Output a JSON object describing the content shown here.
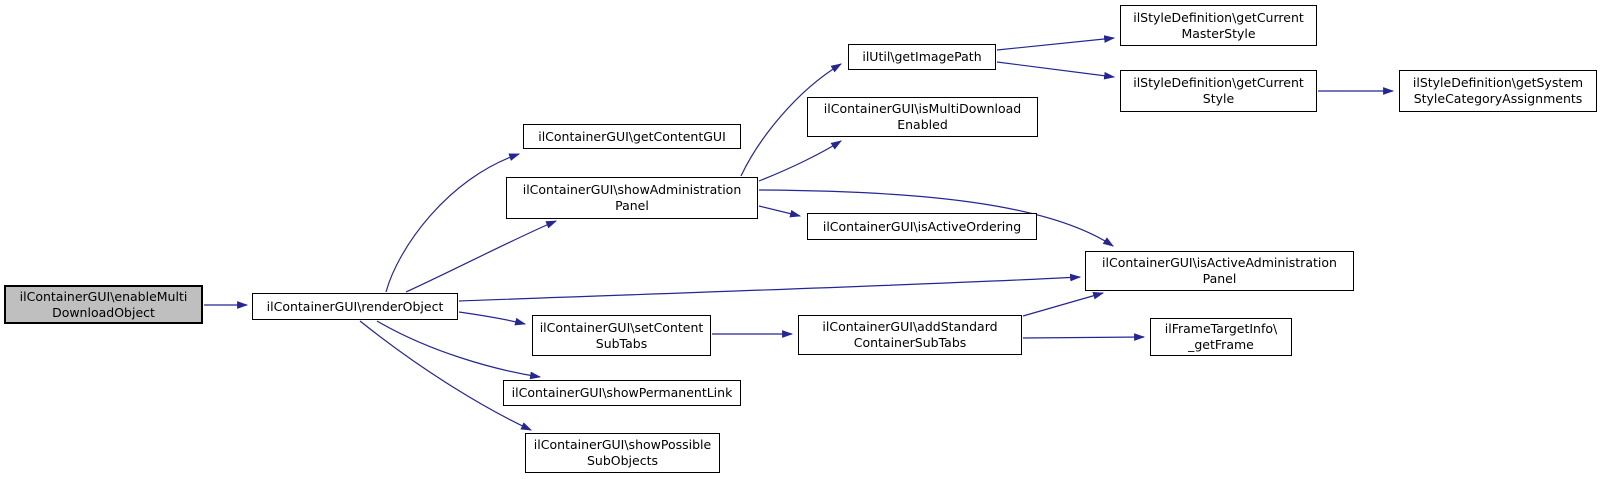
{
  "diagram": {
    "type": "call-graph",
    "colors": {
      "edge": "#252595",
      "node_border": "#000000",
      "node_fill": "#ffffff",
      "focus_node_fill": "#bfbfbf",
      "text": "#000000",
      "background": "#ffffff"
    },
    "nodes": {
      "enableMultiDownloadObject": {
        "lines": [
          "ilContainerGUI\\enableMulti",
          "DownloadObject"
        ],
        "focus": true
      },
      "renderObject": {
        "lines": [
          "ilContainerGUI\\renderObject"
        ]
      },
      "getContentGUI": {
        "lines": [
          "ilContainerGUI\\getContentGUI"
        ]
      },
      "showAdministrationPanel": {
        "lines": [
          "ilContainerGUI\\showAdministration",
          "Panel"
        ]
      },
      "getImagePath": {
        "lines": [
          "ilUtil\\getImagePath"
        ]
      },
      "isMultiDownloadEnabled": {
        "lines": [
          "ilContainerGUI\\isMultiDownload",
          "Enabled"
        ]
      },
      "getCurrentMasterStyle": {
        "lines": [
          "ilStyleDefinition\\getCurrent",
          "MasterStyle"
        ]
      },
      "getCurrentStyle": {
        "lines": [
          "ilStyleDefinition\\getCurrent",
          "Style"
        ]
      },
      "getSystemStyleCategoryAssignments": {
        "lines": [
          "ilStyleDefinition\\getSystem",
          "StyleCategoryAssignments"
        ]
      },
      "isActiveOrdering": {
        "lines": [
          "ilContainerGUI\\isActiveOrdering"
        ]
      },
      "isActiveAdministrationPanel": {
        "lines": [
          "ilContainerGUI\\isActiveAdministration",
          "Panel"
        ]
      },
      "setContentSubTabs": {
        "lines": [
          "ilContainerGUI\\setContent",
          "SubTabs"
        ]
      },
      "addStandardContainerSubTabs": {
        "lines": [
          "ilContainerGUI\\addStandard",
          "ContainerSubTabs"
        ]
      },
      "getFrame": {
        "lines": [
          "ilFrameTargetInfo\\",
          "_getFrame"
        ]
      },
      "showPermanentLink": {
        "lines": [
          "ilContainerGUI\\showPermanentLink"
        ]
      },
      "showPossibleSubObjects": {
        "lines": [
          "ilContainerGUI\\showPossible",
          "SubObjects"
        ]
      }
    },
    "edges": [
      {
        "from": "enableMultiDownloadObject",
        "to": "renderObject"
      },
      {
        "from": "renderObject",
        "to": "getContentGUI"
      },
      {
        "from": "renderObject",
        "to": "showAdministrationPanel"
      },
      {
        "from": "renderObject",
        "to": "isActiveAdministrationPanel"
      },
      {
        "from": "renderObject",
        "to": "setContentSubTabs"
      },
      {
        "from": "renderObject",
        "to": "showPermanentLink"
      },
      {
        "from": "renderObject",
        "to": "showPossibleSubObjects"
      },
      {
        "from": "showAdministrationPanel",
        "to": "getImagePath"
      },
      {
        "from": "showAdministrationPanel",
        "to": "isMultiDownloadEnabled"
      },
      {
        "from": "showAdministrationPanel",
        "to": "isActiveOrdering"
      },
      {
        "from": "showAdministrationPanel",
        "to": "isActiveAdministrationPanel"
      },
      {
        "from": "getImagePath",
        "to": "getCurrentMasterStyle"
      },
      {
        "from": "getImagePath",
        "to": "getCurrentStyle"
      },
      {
        "from": "getCurrentStyle",
        "to": "getSystemStyleCategoryAssignments"
      },
      {
        "from": "setContentSubTabs",
        "to": "addStandardContainerSubTabs"
      },
      {
        "from": "addStandardContainerSubTabs",
        "to": "isActiveAdministrationPanel"
      },
      {
        "from": "addStandardContainerSubTabs",
        "to": "getFrame"
      }
    ]
  }
}
